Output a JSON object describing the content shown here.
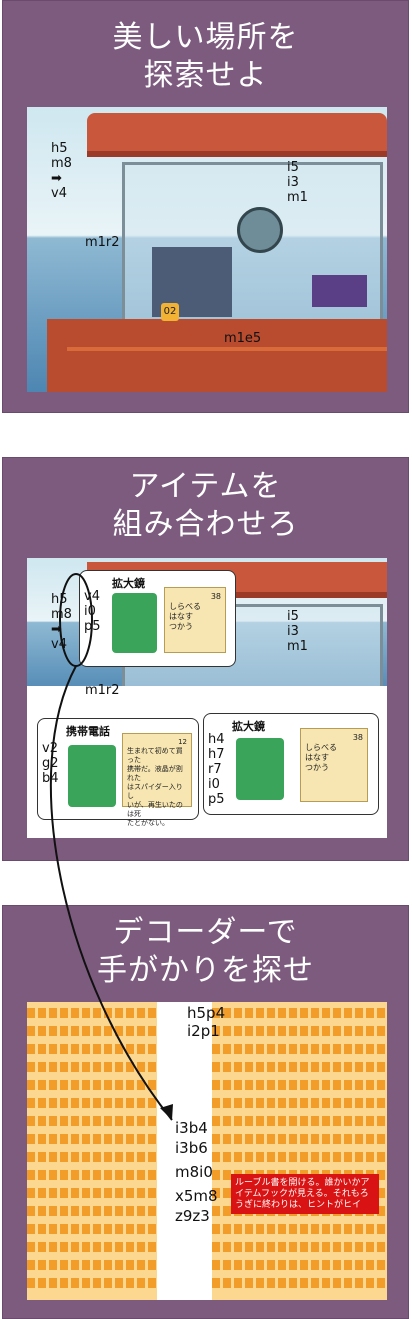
{
  "panels": [
    {
      "heading_lines": [
        "美しい場所を",
        "探索せよ"
      ],
      "scene_codes": {
        "left": [
          "h5",
          "m8",
          "➡",
          "v4"
        ],
        "right": [
          "i5",
          "i3",
          "m1"
        ],
        "mid": "m1r2",
        "bottom": "m1e5",
        "badge": "02"
      }
    },
    {
      "heading_lines": [
        "アイテムを",
        "組み合わせろ"
      ],
      "scene_codes": {
        "left": [
          "h5",
          "m8",
          "➡",
          "v4"
        ],
        "right": [
          "i5",
          "i3",
          "m1"
        ],
        "mid": "m1r2"
      },
      "cards": [
        {
          "title": "拡大鏡",
          "codes": [
            "v4",
            "i0",
            "p5"
          ],
          "number": "38",
          "note": [
            "しらべる",
            "はなす",
            "つかう"
          ]
        },
        {
          "title": "携帯電話",
          "codes": [
            "v2",
            "g2",
            "b4"
          ],
          "number": "12",
          "note": [
            "生まれて初めて買った",
            "携帯だ。液晶が割れた",
            "はスパイダー入りし",
            "いが、再生いたのは死",
            "たとがない。"
          ]
        },
        {
          "title": "拡大鏡",
          "codes": [
            "h4",
            "h7",
            "r7",
            "i0",
            "p5"
          ],
          "number": "38",
          "note": [
            "しらべる",
            "はなす",
            "つかう"
          ]
        }
      ]
    },
    {
      "heading_lines": [
        "デコーダーで",
        "手がかりを探せ"
      ],
      "codes_top": [
        "h5p4",
        "i2p1"
      ],
      "codes_mid": [
        "i3b4",
        "i3b6",
        "m8i0",
        "x5m8",
        "z9z3"
      ],
      "red_note": "ルーブル書を開ける。誰かいかアイテムフックが見える。それもろうぎに終わりは、ヒントがヒイ"
    }
  ],
  "colors": {
    "panel": "#7d5b7f",
    "code_highlight": "#f08d10",
    "red": "#d91313"
  }
}
